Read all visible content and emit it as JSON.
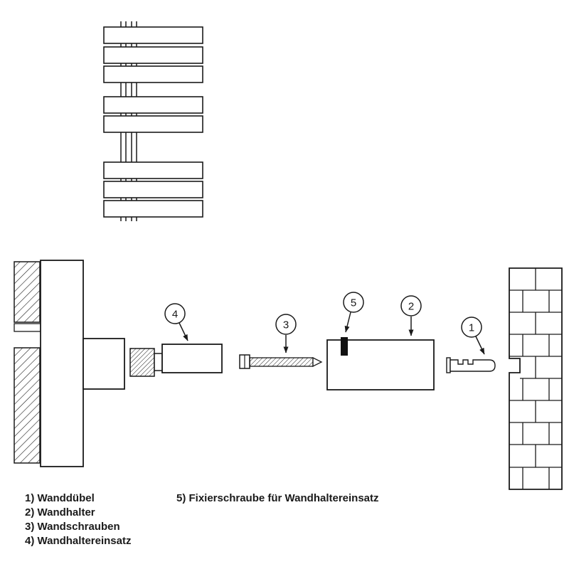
{
  "figure": {
    "type": "technical-assembly-diagram",
    "subject": "towel-radiator-wall-mounting-exploded-view",
    "callouts": {
      "c1": "1",
      "c2": "2",
      "c3": "3",
      "c4": "4",
      "c5": "5"
    },
    "legend": {
      "items": [
        "1) Wanddübel",
        "2) Wandhalter",
        "3) Wandschrauben",
        "4) Wandhaltereinsatz"
      ],
      "item5": "5) Fixierschraube für Wandhaltereinsatz"
    },
    "colors": {
      "line": "#1a1a1a",
      "background": "#ffffff"
    }
  }
}
